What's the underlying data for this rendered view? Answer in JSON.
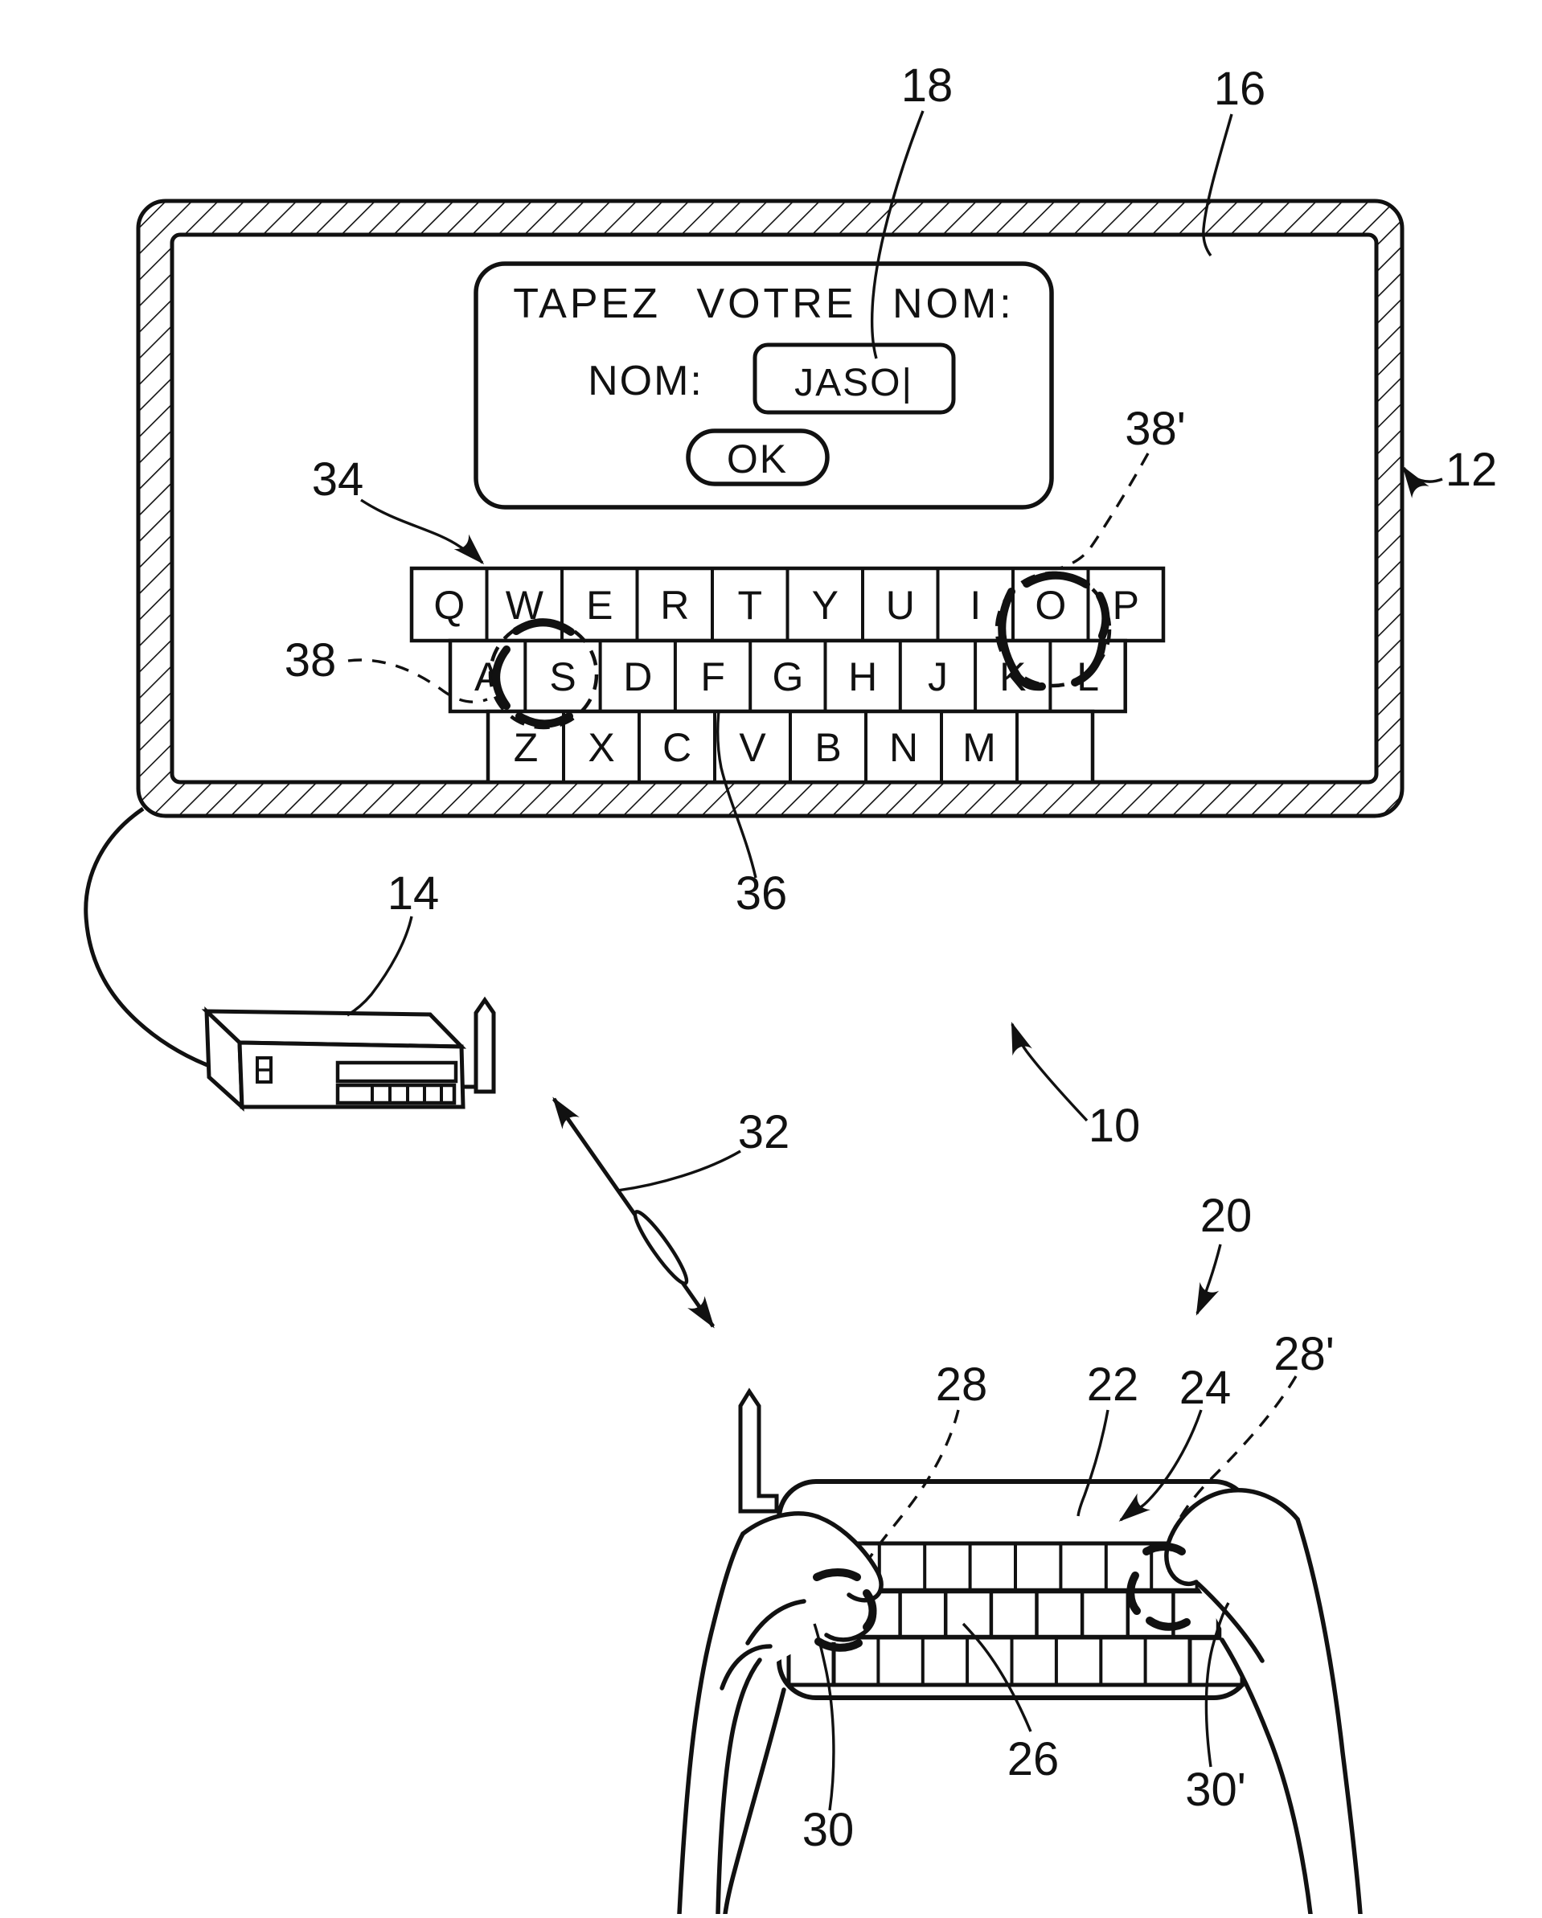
{
  "figure": {
    "ink_color": "#111111",
    "background_color": "#ffffff"
  },
  "tv_screen": {
    "dialog": {
      "title": "TAPEZ VOTRE NOM:",
      "name_label": "NOM:",
      "name_value": "JASO|",
      "ok_label": "OK"
    },
    "keyboard": {
      "row1": [
        "Q",
        "W",
        "E",
        "R",
        "T",
        "Y",
        "U",
        "I",
        "O",
        "P"
      ],
      "row2": [
        "A",
        "S",
        "D",
        "F",
        "G",
        "H",
        "J",
        "K",
        "L"
      ],
      "row3": [
        "Z",
        "X",
        "C",
        "V",
        "B",
        "N",
        "M",
        ""
      ]
    }
  },
  "ref_labels": {
    "n10": "10",
    "n12": "12",
    "n14": "14",
    "n16": "16",
    "n18": "18",
    "n20": "20",
    "n22": "22",
    "n24": "24",
    "n26": "26",
    "n28": "28",
    "n28p": "28'",
    "n30": "30",
    "n30p": "30'",
    "n32": "32",
    "n34": "34",
    "n36": "36",
    "n38": "38",
    "n38p": "38'"
  }
}
